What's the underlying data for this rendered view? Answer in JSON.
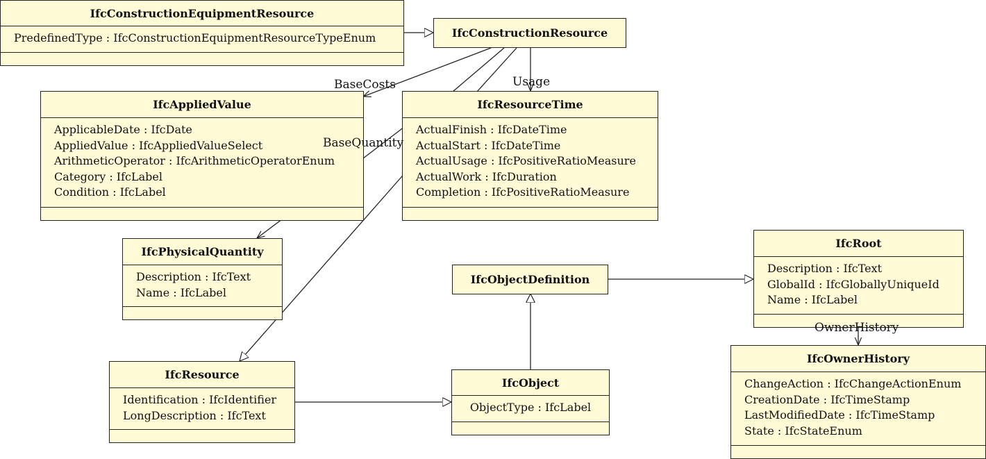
{
  "classes": {
    "construction_equipment_resource": {
      "name": "IfcConstructionEquipmentResource",
      "attributes": [
        "PredefinedType : IfcConstructionEquipmentResourceTypeEnum"
      ]
    },
    "construction_resource": {
      "name": "IfcConstructionResource",
      "attributes": []
    },
    "applied_value": {
      "name": "IfcAppliedValue",
      "attributes": [
        "ApplicableDate : IfcDate",
        "AppliedValue : IfcAppliedValueSelect",
        "ArithmeticOperator : IfcArithmeticOperatorEnum",
        "Category : IfcLabel",
        "Condition : IfcLabel"
      ]
    },
    "resource_time": {
      "name": "IfcResourceTime",
      "attributes": [
        "ActualFinish : IfcDateTime",
        "ActualStart : IfcDateTime",
        "ActualUsage : IfcPositiveRatioMeasure",
        "ActualWork : IfcDuration",
        "Completion : IfcPositiveRatioMeasure"
      ]
    },
    "physical_quantity": {
      "name": "IfcPhysicalQuantity",
      "attributes": [
        "Description : IfcText",
        "Name : IfcLabel"
      ]
    },
    "object_definition": {
      "name": "IfcObjectDefinition",
      "attributes": []
    },
    "root": {
      "name": "IfcRoot",
      "attributes": [
        "Description : IfcText",
        "GlobalId : IfcGloballyUniqueId",
        "Name : IfcLabel"
      ]
    },
    "owner_history": {
      "name": "IfcOwnerHistory",
      "attributes": [
        "ChangeAction : IfcChangeActionEnum",
        "CreationDate : IfcTimeStamp",
        "LastModifiedDate : IfcTimeStamp",
        "State : IfcStateEnum"
      ]
    },
    "resource": {
      "name": "IfcResource",
      "attributes": [
        "Identification : IfcIdentifier",
        "LongDescription : IfcText"
      ]
    },
    "object": {
      "name": "IfcObject",
      "attributes": [
        "ObjectType : IfcLabel"
      ]
    }
  },
  "relations": {
    "base_costs": "BaseCosts",
    "usage": "Usage",
    "base_quantity": "BaseQuantity",
    "owner_history": "OwnerHistory"
  },
  "colors": {
    "class_fill": "#fffbd6",
    "stroke": "#222222"
  }
}
